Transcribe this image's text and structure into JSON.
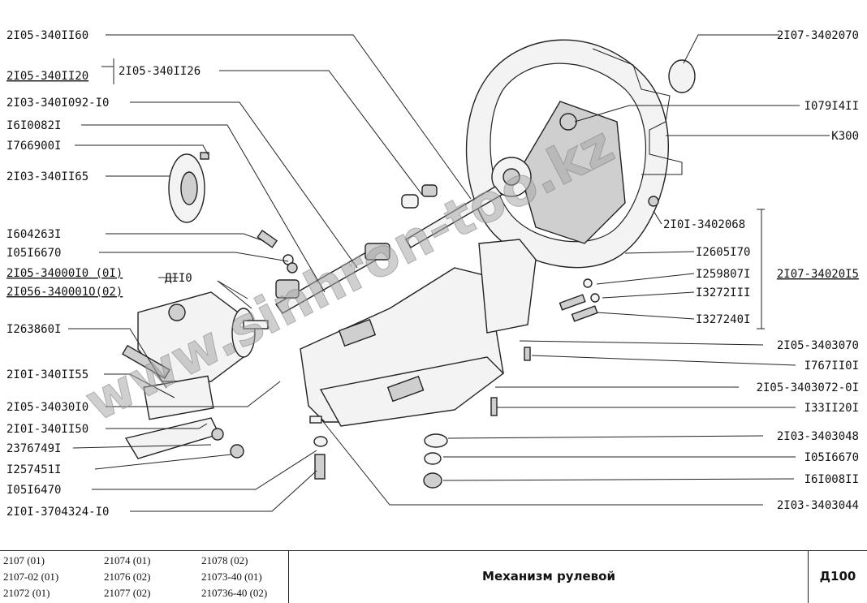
{
  "labels_left": [
    "2I05-340II60",
    "2I05-340II20",
    "2I03-340I092-I0",
    "I6I0082I",
    "I766900I",
    "2I03-340II65",
    "I604263I",
    "I05I6670",
    "2I05-34000I0 (0I)",
    "2I056-340001O(02)",
    "I263860I",
    "2I0I-340II55",
    "2I05-34030I0",
    "2I0I-340II50",
    "2376749I",
    "I257451I",
    "I05I6470",
    "2I0I-3704324-I0"
  ],
  "label_inner": "2I05-340II26",
  "label_d110": "ДII0",
  "labels_right": [
    "2I07-3402070",
    "I079I4II",
    "K300",
    "2I0I-3402068",
    "I2605I70",
    "I259807I",
    "I3272III",
    "I327240I",
    "2I07-34020I5",
    "2I05-3403070",
    "I767II0I",
    "2I05-3403072-0I",
    "I33II20I",
    "2I03-3403048",
    "I05I6670",
    "I6I008II",
    "2I03-3403044"
  ],
  "watermark": "www.sinhron-too.kz",
  "footer": {
    "models": [
      [
        "2107 (01)",
        "21074 (01)",
        "21078 (02)"
      ],
      [
        "2107-02 (01)",
        "21076 (02)",
        "21073-40 (01)"
      ],
      [
        "21072 (01)",
        "21077 (02)",
        "210736-40 (02)"
      ]
    ],
    "title": "Механизм рулевой",
    "code": "Д100"
  }
}
